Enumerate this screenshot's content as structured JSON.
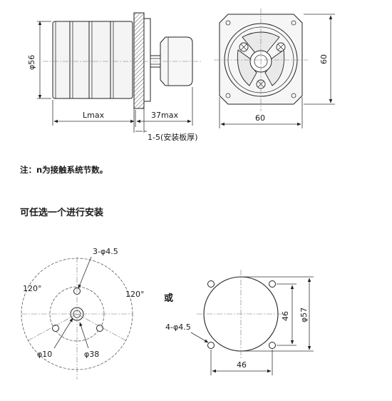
{
  "side_view": {
    "diameter_label": "φ56",
    "length_label": "Lmax",
    "handle_label": "37max",
    "panel_label": "1-5(安装板厚)"
  },
  "front_view": {
    "width_label": "60",
    "height_label": "60"
  },
  "note": "注：n为接触系统节数。",
  "install_heading": "可任选一个进行安装",
  "mount_three_hole": {
    "holes_label": "3-φ4.5",
    "angle_left": "120°",
    "angle_right": "120°",
    "center_hole_label": "φ10",
    "pitch_label": "φ38"
  },
  "or_label": "或",
  "mount_four_hole": {
    "holes_label": "4-φ4.5",
    "spacing_v": "46",
    "spacing_h": "46",
    "cutout_label": "φ57"
  }
}
